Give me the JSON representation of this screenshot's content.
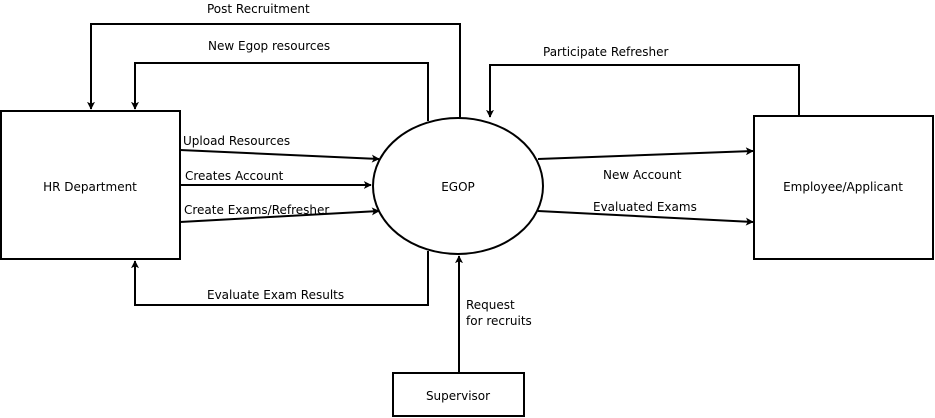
{
  "nodes": {
    "hr_department": "HR Department",
    "egop": "EGOP",
    "employee_applicant": "Employee/Applicant",
    "supervisor": "Supervisor"
  },
  "flows": {
    "post_recruitment": "Post Recruitment",
    "new_egop_resources": "New Egop resources",
    "upload_resources": "Upload Resources",
    "creates_account": "Creates Account",
    "create_exams_refresher": "Create Exams/Refresher",
    "evaluate_exam_results": "Evaluate Exam Results",
    "participate_refresher": "Participate Refresher",
    "new_account": "New Account",
    "evaluated_exams": "Evaluated Exams",
    "request_line1": "Request",
    "request_line2": "for recruits"
  },
  "colors": {
    "stroke": "#000000",
    "fill": "#ffffff",
    "text": "#000000"
  }
}
